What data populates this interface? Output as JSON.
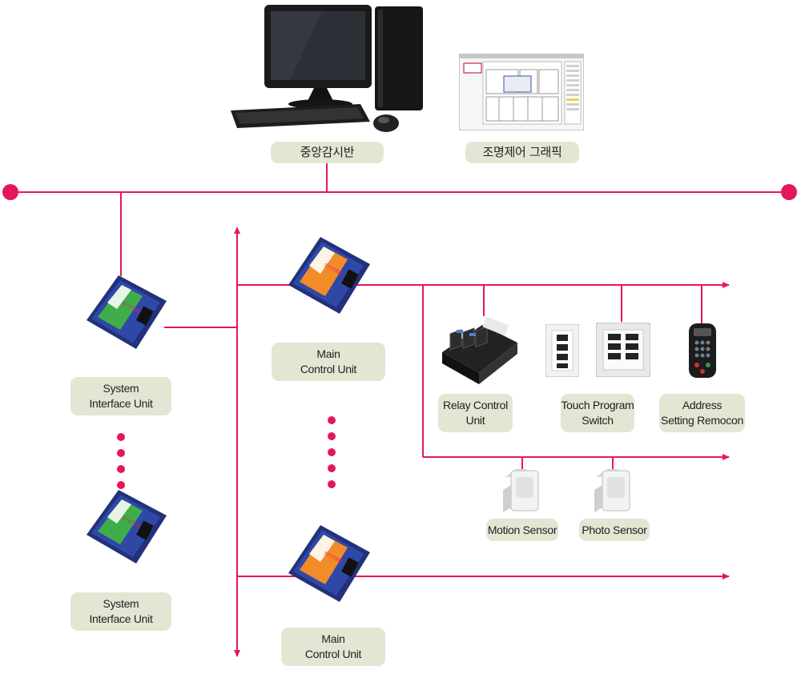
{
  "labels": {
    "central_monitor": "중앙감시반",
    "lighting_graphic": "조명제어 그래픽",
    "siu_1": "System\nInterface Unit",
    "siu_2": "System\nInterface Unit",
    "mcu_1": "Main\nControl Unit",
    "mcu_2": "Main\nControl Unit",
    "relay": "Relay Control\nUnit",
    "touch": "Touch Program\nSwitch",
    "address": "Address\nSetting Remocon",
    "motion": "Motion Sensor",
    "photo": "Photo Sensor"
  },
  "colors": {
    "line": "#e5175c",
    "label_bg": "#e3e6d3",
    "siu_body": "#2b3f8f",
    "siu_panel": "#3fae49",
    "mcu_body": "#2b3f8f",
    "mcu_panel": "#f28c28"
  },
  "device_text": {
    "siu_panel": "SYSTEM\nINTERFACE\nUNIT",
    "mcu_panel": "SYSTEM\nAMPLIFIER\nUNIT"
  }
}
